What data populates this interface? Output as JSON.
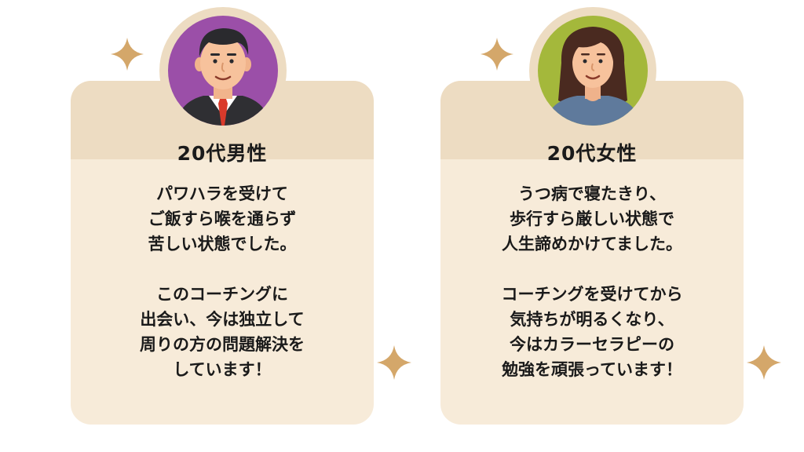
{
  "cards": [
    {
      "title": "20代男性",
      "lines_a": [
        "パワハラを受けて",
        "ご飯すら喉を通らず",
        "苦しい状態でした。"
      ],
      "lines_b": [
        "このコーチングに",
        "出会い、今は独立して",
        "周りの方の問題解決を",
        "しています！"
      ],
      "avatar_color": "#9b4fa8"
    },
    {
      "title": "20代女性",
      "lines_a": [
        "うつ病で寝たきり、",
        "歩行すら厳しい状態で",
        "人生諦めかけてました。"
      ],
      "lines_b": [
        "コーチングを受けてから",
        "気持ちが明るくなり、",
        "今はカラーセラピーの",
        "勉強を頑張っています！"
      ],
      "avatar_color": "#a4b83b"
    }
  ],
  "colors": {
    "card_bg": "#f7ebd9",
    "card_header": "#eddcc2",
    "sparkle": "#d4a76a"
  }
}
